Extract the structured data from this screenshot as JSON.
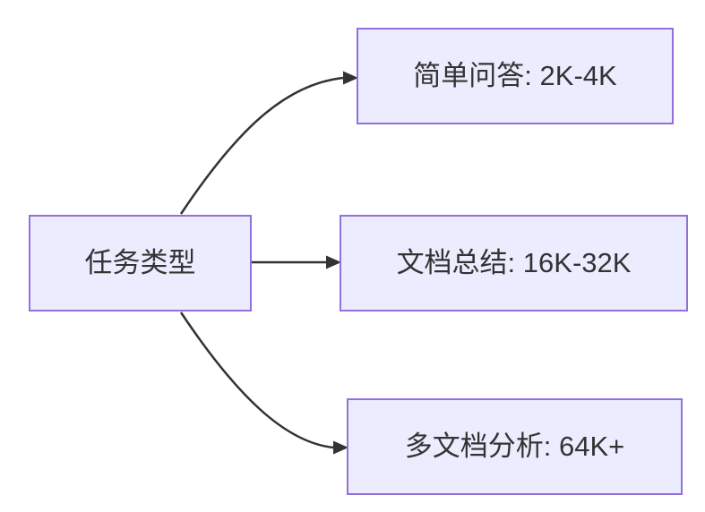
{
  "diagram": {
    "type": "flowchart-left-to-right",
    "root": {
      "label": "任务类型"
    },
    "branches": [
      {
        "label": "简单问答: 2K-4K"
      },
      {
        "label": "文档总结: 16K-32K"
      },
      {
        "label": "多文档分析: 64K+"
      }
    ]
  },
  "colors": {
    "node-fill": "#ECECFF",
    "node-border": "#9370DB",
    "edge": "#333333",
    "text": "#333333",
    "background": "#FFFFFF"
  }
}
